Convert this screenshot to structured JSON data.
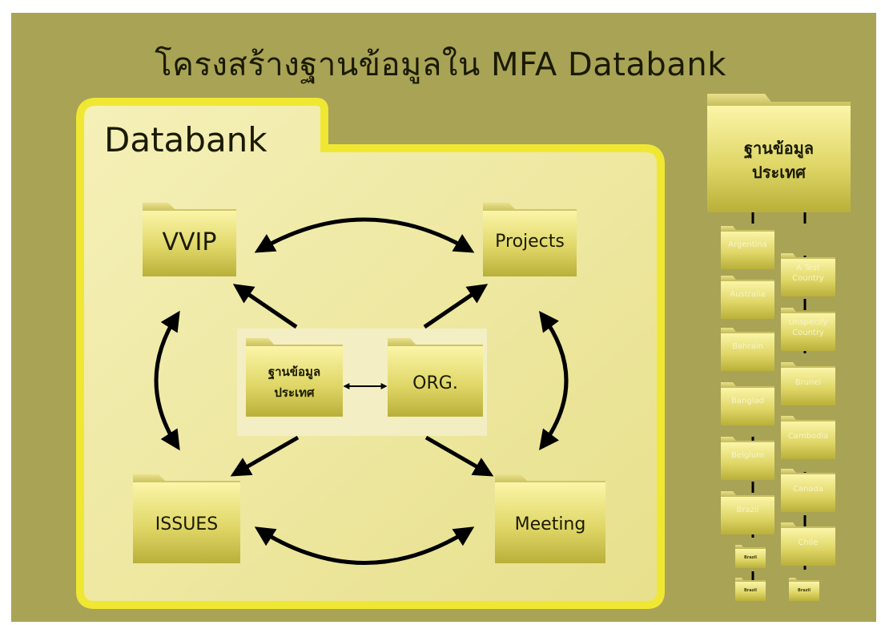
{
  "title": "โครงสร้างฐานข้อมูลใน MFA Databank",
  "databank": {
    "label": "Databank",
    "folders": {
      "vvip": "VVIP",
      "projects": "Projects",
      "issues": "ISSUES",
      "meeting": "Meeting",
      "country_db_line1": "ฐานข้อมูล",
      "country_db_line2": "ประเทศ",
      "org": "ORG."
    }
  },
  "country_tree": {
    "header_line1": "ฐานข้อมูล",
    "header_line2": "ประเทศ",
    "left_column": [
      "Argentina",
      "Australia",
      "Bahrain",
      "Banglad",
      "Belgium",
      "Brazil"
    ],
    "right_column": [
      {
        "line1": "A Test",
        "line2": "Country"
      },
      {
        "line1": "Unspecify",
        "line2": "Country"
      },
      {
        "line1": "Brunei",
        "line2": ""
      },
      {
        "line1": "Cambodia",
        "line2": ""
      },
      {
        "line1": "Canada",
        "line2": ""
      },
      {
        "line1": "Chile",
        "line2": ""
      }
    ],
    "mini_folders": [
      "Brazil",
      "Brazil",
      "Brazil"
    ]
  },
  "colors": {
    "background": "#a9a356",
    "panel": "#efe9a0",
    "panel_border": "#e8df3a",
    "folder_light": "#fbf4a4",
    "folder_dark": "#bcb33c",
    "arrow": "#000000"
  }
}
